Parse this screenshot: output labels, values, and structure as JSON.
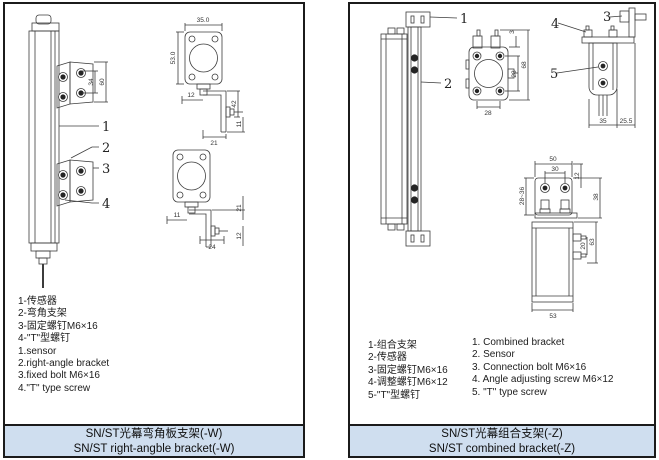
{
  "left": {
    "part_labels": {
      "p1": "1",
      "p2": "2",
      "p3": "3",
      "p4": "4"
    },
    "dims": {
      "d34": "34",
      "d60": "60",
      "w350": "35.0",
      "h530": "53.0",
      "d12": "12",
      "d42": "42",
      "d11": "11",
      "d21": "21",
      "b11": "11",
      "b21": "21",
      "b24": "24",
      "b12": "12"
    },
    "legend": [
      "1-传感器",
      "2-弯角支架",
      "3-固定螺钉M6×16",
      "4-\"T\"型螺钉",
      "1.sensor",
      "2.right-angle bracket",
      "3.fixed bolt M6×16",
      "4.\"T\" type screw"
    ],
    "caption_cn": "SN/ST光幕弯角板支架(-W)",
    "caption_en": "SN/ST right-angble bracket(-W)"
  },
  "right": {
    "part_labels": {
      "p1": "1",
      "p2": "2",
      "p3": "3",
      "p4": "4",
      "p5": "5"
    },
    "dims": {
      "d28b": "28",
      "d28r": "28",
      "d68": "68",
      "d3": "3",
      "d35": "35",
      "d255": "25.5",
      "d50": "50",
      "d30": "30",
      "d12": "12",
      "d2836": "28~36",
      "d38": "38",
      "d63": "63",
      "d20": "20",
      "d53": "53"
    },
    "legend_cn": [
      "1-组合支架",
      "2-传感器",
      "3-固定螺钉M6×16",
      "4-调整螺钉M6×12",
      "5-\"T\"型螺钉"
    ],
    "legend_en": [
      "1. Combined bracket",
      "2. Sensor",
      "3. Connection bolt M6×16",
      "4. Angle adjusting screw M6×12",
      "5. \"T\" type screw"
    ],
    "caption_cn": "SN/ST光幕组合支架(-Z)",
    "caption_en": "SN/ST combined bracket(-Z)"
  }
}
